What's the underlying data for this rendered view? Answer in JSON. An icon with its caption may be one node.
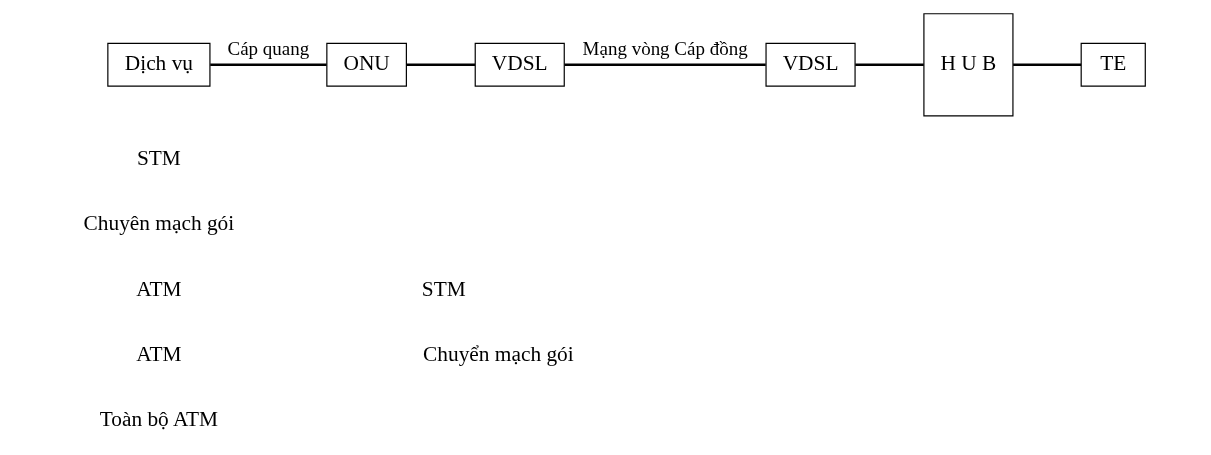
{
  "diagram": {
    "nodes": [
      {
        "text": [
          "Dịch vụ"
        ]
      },
      {
        "text": [
          "ONU"
        ]
      },
      {
        "text": [
          "VDSL"
        ]
      },
      {
        "text": [
          "VDSL"
        ]
      },
      {
        "text": [
          "H U B"
        ]
      },
      {
        "text": [
          "TE"
        ]
      }
    ],
    "edges": [
      {
        "from": 0,
        "to": 1,
        "arrow": "none",
        "label": "Cáp quang"
      },
      {
        "from": 1,
        "to": 2,
        "arrow": "none"
      },
      {
        "from": 2,
        "to": 3,
        "arrow": "none",
        "label": "Mạng vòng Cáp đồng"
      },
      {
        "from": 3,
        "to": 4,
        "arrow": "none"
      },
      {
        "from": 4,
        "to": 5,
        "arrow": "none"
      }
    ],
    "labels": [
      "STM",
      "Chuyên mạch gói",
      "ATM",
      "STM",
      "ATM",
      "Chuyển mạch gói",
      "Toàn bộ ATM"
    ]
  }
}
